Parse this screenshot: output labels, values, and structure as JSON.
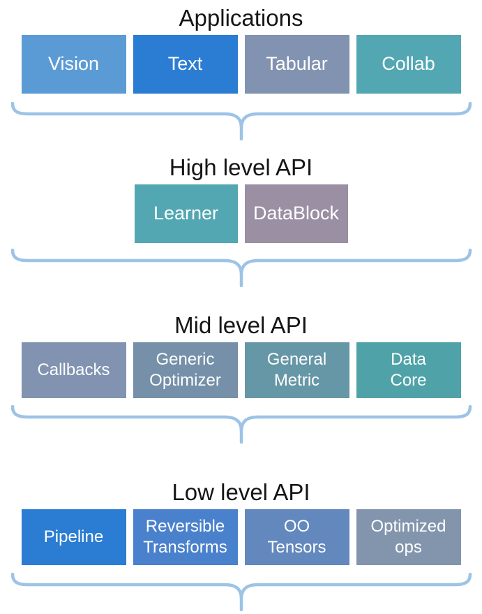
{
  "colors": {
    "brace": "#9DC3E6",
    "box_text": "#ffffff",
    "title_text": "#151515",
    "background": "#ffffff"
  },
  "sections": [
    {
      "title": "Applications",
      "boxes": [
        {
          "label": "Vision",
          "color": "#5B9BD5"
        },
        {
          "label": "Text",
          "color": "#2B7CD3"
        },
        {
          "label": "Tabular",
          "color": "#8193B0"
        },
        {
          "label": "Collab",
          "color": "#52A7B2"
        }
      ]
    },
    {
      "title": "High level API",
      "boxes": [
        {
          "label": "Learner",
          "color": "#52A7B2"
        },
        {
          "label": "DataBlock",
          "color": "#9A8FA3"
        }
      ]
    },
    {
      "title": "Mid level API",
      "boxes": [
        {
          "label": "Callbacks",
          "color": "#8193B0"
        },
        {
          "label": "Generic\nOptimizer",
          "color": "#7590A8"
        },
        {
          "label": "General\nMetric",
          "color": "#6697A6"
        },
        {
          "label": "Data\nCore",
          "color": "#4FA3A8"
        }
      ]
    },
    {
      "title": "Low level API",
      "boxes": [
        {
          "label": "Pipeline",
          "color": "#2B7CD3"
        },
        {
          "label": "Reversible\nTransforms",
          "color": "#4A81CC"
        },
        {
          "label": "OO\nTensors",
          "color": "#6288BD"
        },
        {
          "label": "Optimized\nops",
          "color": "#8295AD"
        }
      ]
    }
  ]
}
